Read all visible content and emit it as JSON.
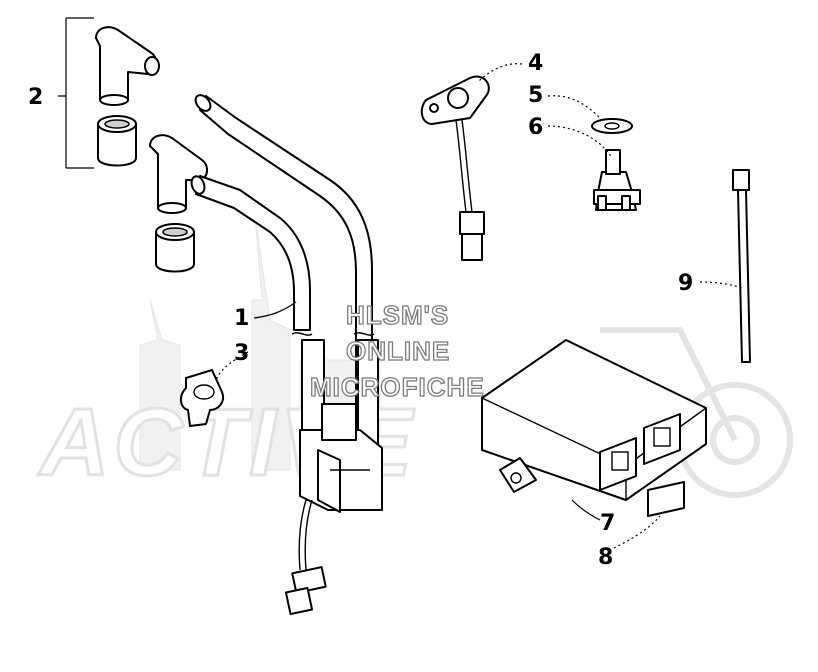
{
  "watermark": {
    "line1": "HLSM'S",
    "line2": "ONLINE",
    "line3": "MICROFICHE",
    "brand": "ACTIVE"
  },
  "callouts": {
    "n1": "1",
    "n2": "2",
    "n3": "3",
    "n4": "4",
    "n5": "5",
    "n6": "6",
    "n7": "7",
    "n8": "8",
    "n9": "9"
  }
}
